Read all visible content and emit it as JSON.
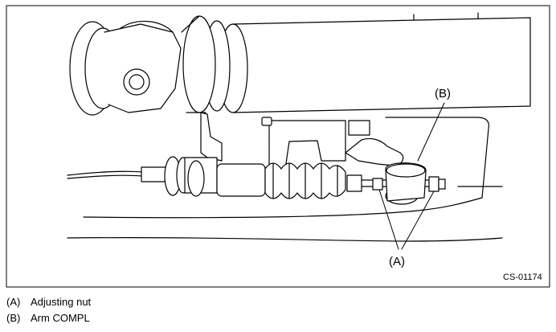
{
  "figure": {
    "code": "CS-01174",
    "callout_a": "(A)",
    "callout_b": "(B)"
  },
  "legend": [
    {
      "key": "(A)",
      "text": "Adjusting nut"
    },
    {
      "key": "(B)",
      "text": "Arm COMPL"
    }
  ]
}
